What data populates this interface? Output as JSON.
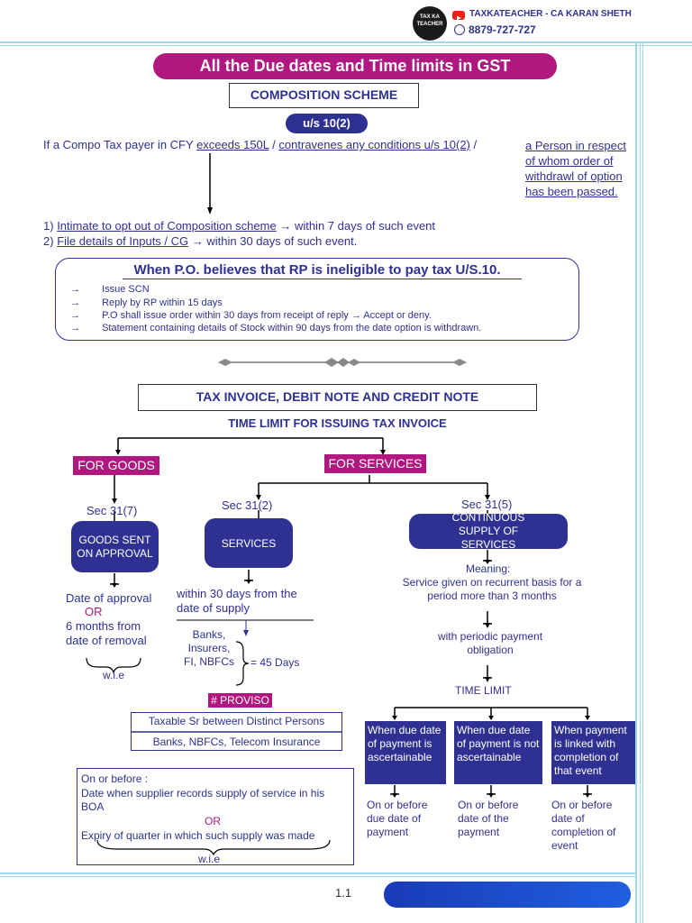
{
  "header": {
    "logo_text": "TAX KA TEACHER",
    "channel": "TAXKATEACHER - CA KARAN SHETH",
    "phone": "8879-727-727"
  },
  "title": "All the Due dates and Time limits in GST",
  "composition": {
    "heading": "COMPOSITION SCHEME",
    "section": "u/s 10(2)",
    "condition_prefix": "If a Compo Tax payer in CFY",
    "condition_a": "exceeds 150L",
    "sep": "/",
    "condition_b": "contravenes any conditions u/s 10(2)",
    "condition_c": "a Person in respect of whom order of withdrawl of option has been passed.",
    "step1_num": "1)",
    "step1_link": "Intimate to opt out of Composition scheme",
    "step1_rest": "→ within 7 days of such event",
    "step2_num": "2)",
    "step2_link": "File details of Inputs / CG",
    "step2_rest": "→ within 30 days of such event."
  },
  "po_box": {
    "title": "When P.O. believes that RP is ineligible to pay tax U/S.10.",
    "bullet": "→",
    "items": [
      "Issue SCN",
      "Reply by RP within 15 days",
      "P.O shall issue order within 30 days from receipt of reply → Accept or deny.",
      "Statement containing details of Stock within 90 days from the date option is withdrawn."
    ]
  },
  "tax_invoice": {
    "heading": "TAX INVOICE, DEBIT NOTE AND CREDIT NOTE",
    "subheading": "TIME LIMIT FOR ISSUING TAX INVOICE",
    "for_goods": "FOR GOODS",
    "for_services": "FOR SERVICES",
    "goods": {
      "sec": "Sec 31(7)",
      "box": "GOODS SENT ON APPROVAL",
      "line1": "Date of approval",
      "or": "OR",
      "line2": "6 months from date of removal",
      "wie": "w.i.e"
    },
    "services": {
      "sec": "Sec 31(2)",
      "box": "SERVICES",
      "limit": "within 30 days from the date of supply",
      "banks": "Banks, Insurers, FI, NBFCs",
      "days": "= 45 Days",
      "proviso": "# PROVISO",
      "distinct1": "Taxable Sr between Distinct Persons",
      "distinct2": "Banks, NBFCs, Telecom Insurance",
      "onbefore": "On or before :",
      "boa": "Date when supplier records supply of service in his BOA",
      "or": "OR",
      "expiry": "Expiry of quarter in which such supply was made",
      "wie": "w.i.e"
    },
    "continuous": {
      "sec": "Sec 31(5)",
      "box": "CONTINUOUS SUPPLY OF SERVICES",
      "meaning": "Meaning:",
      "meaning_text": "Service given on recurrent basis for a period more than 3 months",
      "periodic": "with periodic payment obligation",
      "time_limit": "TIME LIMIT",
      "cases": [
        {
          "box": "When due date of payment is ascertainable",
          "result": "On or before due date of payment"
        },
        {
          "box": "When due date of payment is not ascertainable",
          "result": "On or before date of the payment"
        },
        {
          "box": "When payment is linked with completion of that event",
          "result": "On or before date of completion of event"
        }
      ]
    }
  },
  "footer": {
    "page": "1.1"
  }
}
